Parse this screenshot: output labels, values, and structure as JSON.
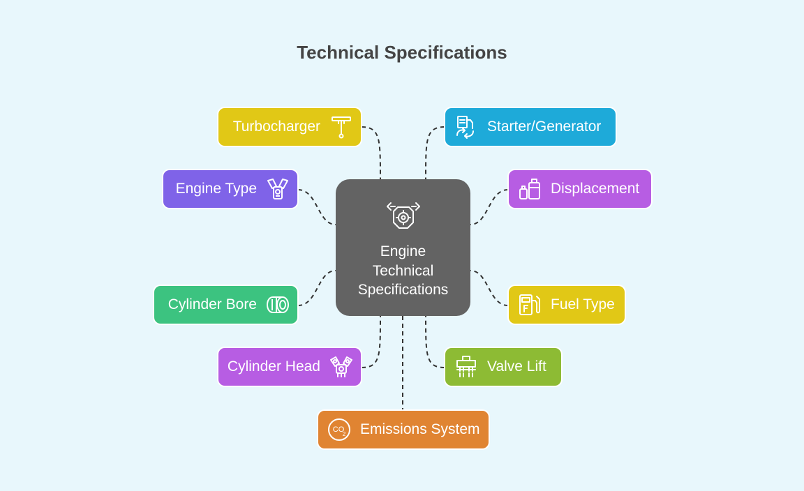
{
  "title": "Technical Specifications",
  "center": {
    "label": "Engine\nTechnical\nSpecifications",
    "icon": "engine-gear-icon"
  },
  "nodes": {
    "turbocharger": {
      "label": "Turbocharger",
      "icon": "turbocharger-icon",
      "color": "#e1c816"
    },
    "starter": {
      "label": "Starter/Generator",
      "icon": "starter-generator-icon",
      "color": "#1eaad9"
    },
    "engine_type": {
      "label": "Engine Type",
      "icon": "v-engine-icon",
      "color": "#7f63e8"
    },
    "displacement": {
      "label": "Displacement",
      "icon": "displacement-icon",
      "color": "#b75de3"
    },
    "cylinder_bore": {
      "label": "Cylinder Bore",
      "icon": "cylinder-bore-icon",
      "color": "#3cc380"
    },
    "fuel_type": {
      "label": "Fuel Type",
      "icon": "fuel-pump-icon",
      "color": "#e1c816"
    },
    "cylinder_head": {
      "label": "Cylinder Head",
      "icon": "cylinder-head-icon",
      "color": "#b75de3"
    },
    "valve_lift": {
      "label": "Valve Lift",
      "icon": "valve-lift-icon",
      "color": "#8dbb34"
    },
    "emissions": {
      "label": "Emissions System",
      "icon": "co2-icon",
      "color": "#e08432"
    }
  }
}
